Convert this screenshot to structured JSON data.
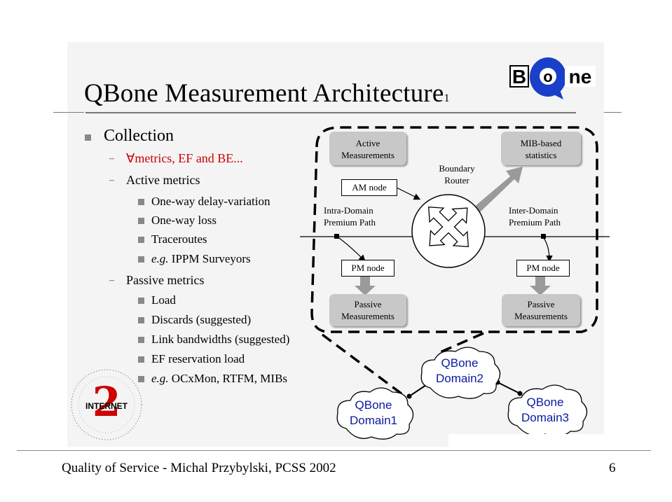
{
  "slide": {
    "title": "QBone Measurement Architecture",
    "title_sub": "1",
    "logo": {
      "b": "B",
      "o": "o",
      "ne": "ne"
    }
  },
  "bullets": {
    "collection": "Collection",
    "forall_symbol": "∀",
    "forall_text": "metrics, EF and BE...",
    "active_metrics": "Active metrics",
    "active_items": [
      "One-way delay-variation",
      "One-way loss",
      "Traceroutes"
    ],
    "active_eg_prefix": "e.g.",
    "active_eg_rest": " IPPM Surveyors",
    "passive_metrics": "Passive metrics",
    "passive_items": [
      "Load",
      "Discards (suggested)",
      "Link bandwidths (suggested)",
      "EF reservation load"
    ],
    "passive_eg_prefix": "e.g.",
    "passive_eg_rest": " OCxMon, RTFM, MIBs"
  },
  "diagram": {
    "active_measurements": [
      "Active",
      "Measurements"
    ],
    "am_node": "AM node",
    "boundary_router": [
      "Boundary",
      "Router"
    ],
    "mib_stats": [
      "MIB-based",
      "statistics"
    ],
    "intra_domain": [
      "Intra-Domain",
      "Premium Path"
    ],
    "inter_domain": [
      "Inter-Domain",
      "Premium Path"
    ],
    "pm_node_left": "PM node",
    "pm_node_right": "PM node",
    "passive_left": [
      "Passive",
      "Measurements"
    ],
    "passive_right": [
      "Passive",
      "Measurements"
    ]
  },
  "clouds": {
    "domain1": [
      "QBone",
      "Domain1"
    ],
    "domain2": [
      "QBone",
      "Domain2"
    ],
    "domain3": [
      "QBone",
      "Domain3"
    ]
  },
  "seal": {
    "number": "2",
    "word": "INTERNET"
  },
  "footer": {
    "text": "Quality of Service - Michal Przybylski, PCSS 2002",
    "page": "6"
  },
  "colors": {
    "accent_blue": "#0a1aa0",
    "logo_blue": "#1a3fc8",
    "red_text": "#cc0000",
    "box_grey": "#c8c8c8"
  }
}
